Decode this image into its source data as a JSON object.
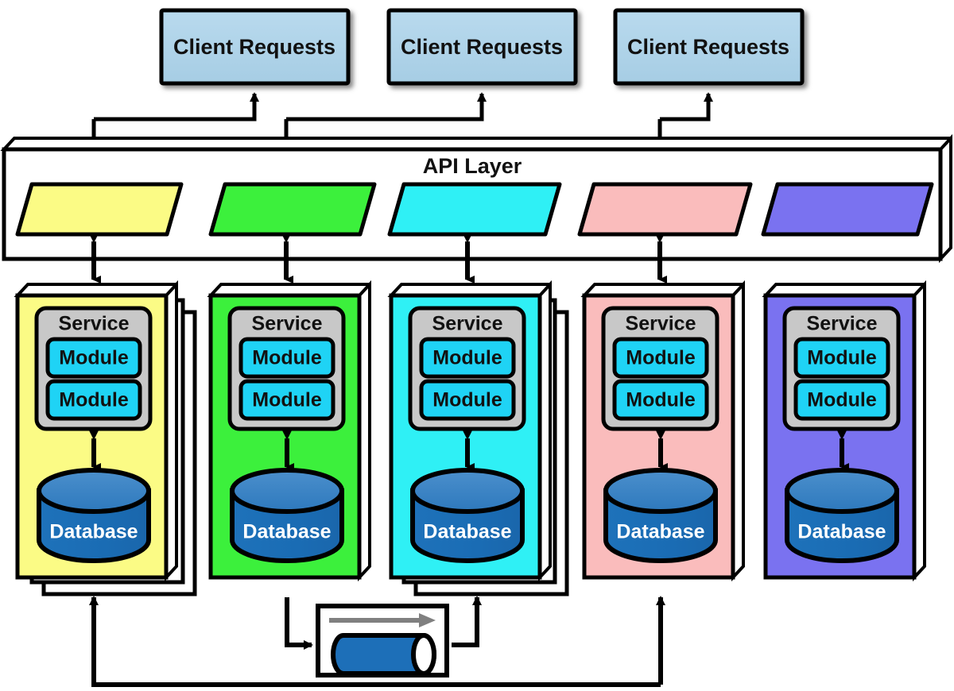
{
  "diagram": {
    "title": "Microservices architecture with API layer, services, databases and message queue",
    "background": "#ffffff",
    "stroke_color": "#000000"
  },
  "clients": {
    "fill": "#aed3e8",
    "items": [
      {
        "label": "Client Requests"
      },
      {
        "label": "Client Requests"
      },
      {
        "label": "Client Requests"
      }
    ]
  },
  "api_layer": {
    "label": "API Layer",
    "fill": "#ffffff",
    "endpoints": [
      {
        "name": "endpoint-yellow",
        "color": "#fbfb85"
      },
      {
        "name": "endpoint-green",
        "color": "#3cf03c"
      },
      {
        "name": "endpoint-cyan",
        "color": "#2ff0f5"
      },
      {
        "name": "endpoint-pink",
        "color": "#fabcbc"
      },
      {
        "name": "endpoint-purple",
        "color": "#7a72f0"
      }
    ]
  },
  "services": {
    "service_label": "Service",
    "module_label": "Module",
    "database_label": "Database",
    "service_box_fill": "#c8c8c8",
    "module_fill": "#1fd3f5",
    "db_body_fill": "#1d6fb8",
    "db_top_fill": "#3a80bf",
    "items": [
      {
        "name": "service-yellow",
        "color": "#fbfb85",
        "stacked": true,
        "stack_count": 2,
        "service": "Service",
        "modules": [
          "Module",
          "Module"
        ],
        "database": "Database"
      },
      {
        "name": "service-green",
        "color": "#3cf03c",
        "stacked": false,
        "stack_count": 0,
        "service": "Service",
        "modules": [
          "Module",
          "Module"
        ],
        "database": "Database"
      },
      {
        "name": "service-cyan",
        "color": "#2ff0f5",
        "stacked": true,
        "stack_count": 2,
        "service": "Service",
        "modules": [
          "Module",
          "Module"
        ],
        "database": "Database"
      },
      {
        "name": "service-pink",
        "color": "#fabcbc",
        "stacked": false,
        "stack_count": 0,
        "service": "Service",
        "modules": [
          "Module",
          "Module"
        ],
        "database": "Database"
      },
      {
        "name": "service-purple",
        "color": "#7a72f0",
        "stacked": false,
        "stack_count": 0,
        "service": "Service",
        "modules": [
          "Module",
          "Module"
        ],
        "database": "Database"
      }
    ]
  },
  "message_queue": {
    "name": "message-queue",
    "box_fill": "#ffffff",
    "cylinder_fill": "#1d6fb8",
    "arrow_color": "#808080",
    "label": ""
  }
}
